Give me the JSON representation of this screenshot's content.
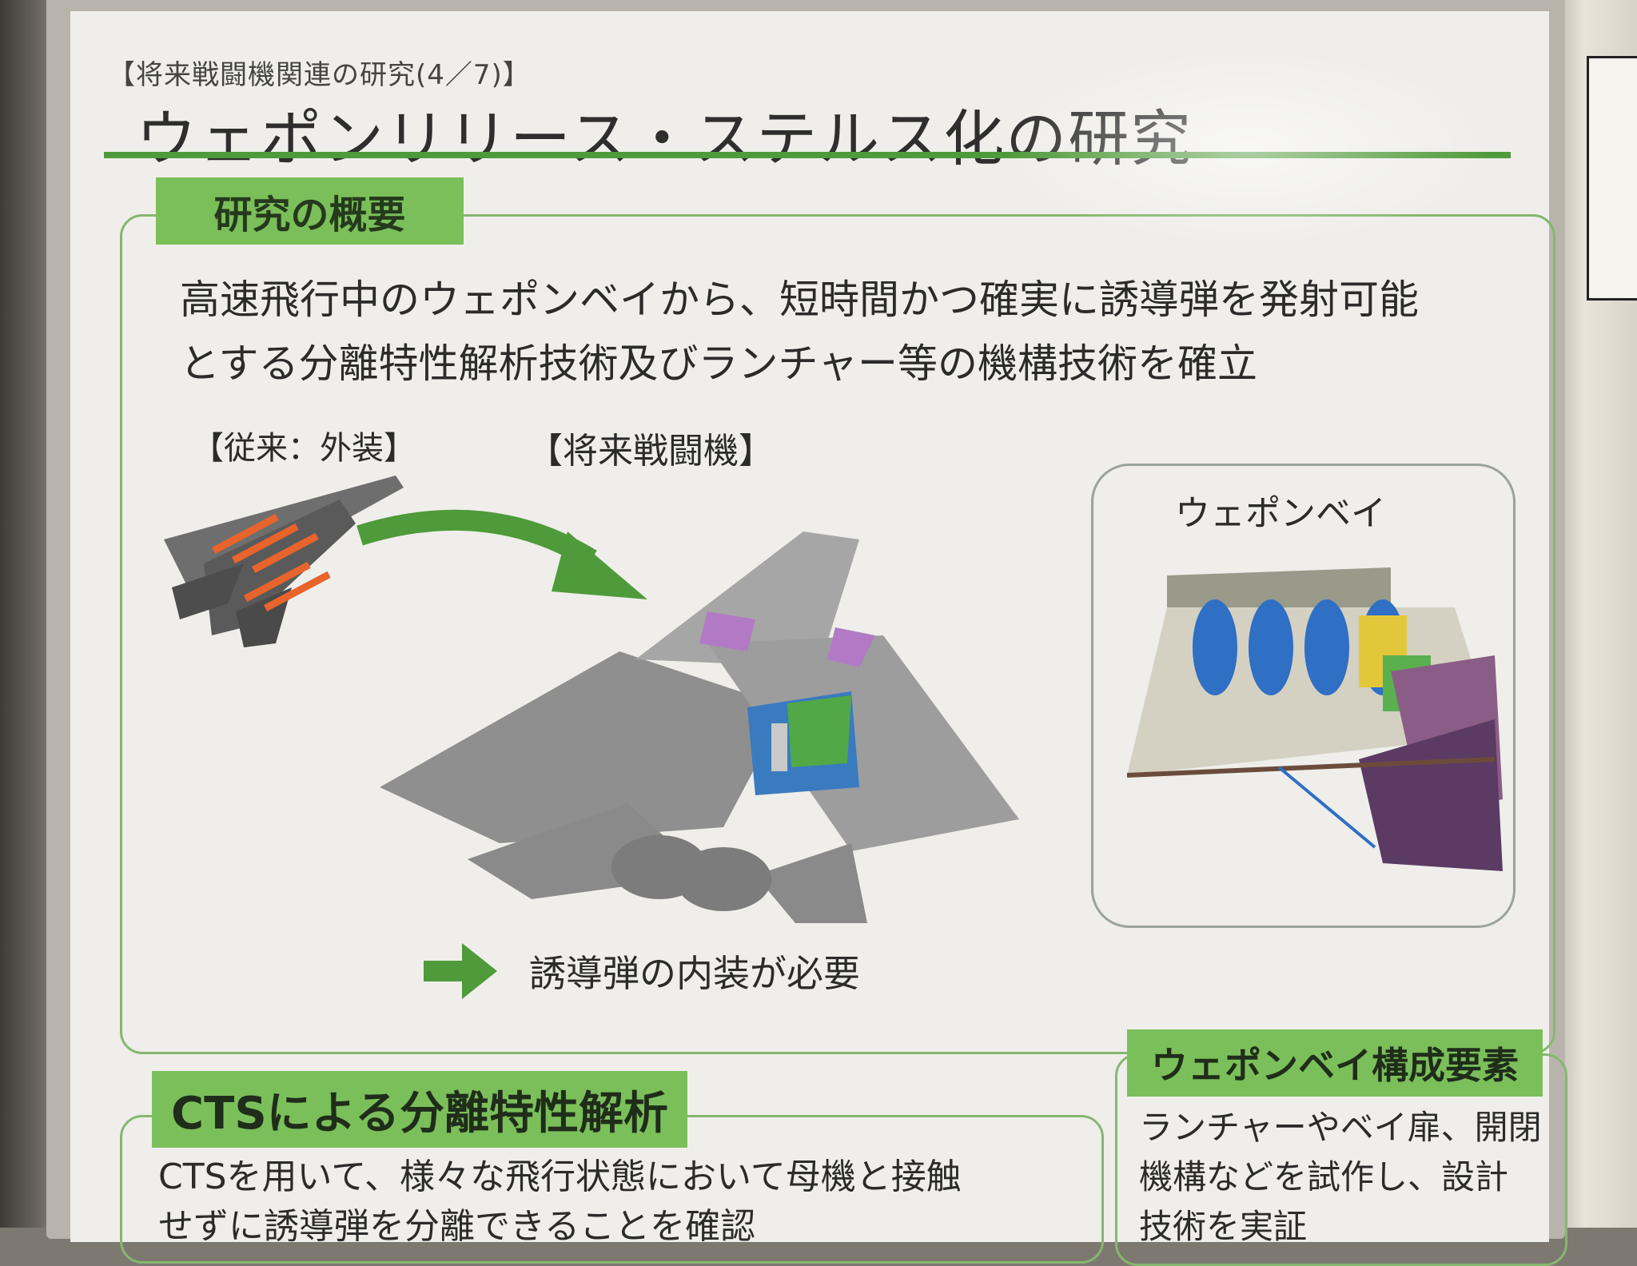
{
  "header": {
    "subtitle": "【将来戦闘機関連の研究(4／7)】",
    "title": "ウェポンリリース・ステルス化の研究"
  },
  "overview": {
    "label": "研究の概要",
    "line1": "高速飛行中のウェポンベイから、短時間かつ確実に誘導弾を発射可能",
    "line2": "とする分離特性解析技術及びランチャー等の機構技術を確立"
  },
  "figure": {
    "conventional_label": "【従来：外装】",
    "future_label": "【将来戦闘機】",
    "weapon_bay_label": "ウェポンベイ",
    "need_text": "誘導弾の内装が必要"
  },
  "cts": {
    "label": "CTSによる分離特性解析",
    "line1": "CTSを用いて、様々な飛行状態において母機と接触",
    "line2": "せずに誘導弾を分離できることを確認"
  },
  "components": {
    "label": "ウェポンベイ構成要素",
    "line1": "ランチャーやベイ扉、開閉",
    "line2": "機構などを試作し、設計",
    "line3": "技術を実証"
  },
  "colors": {
    "accent_green": "#7bbf5a",
    "arrow_green": "#4f9a3a",
    "missile_orange": "#e8642b"
  }
}
